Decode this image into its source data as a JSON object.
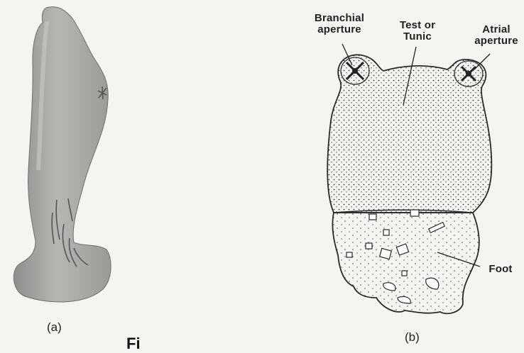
{
  "captions": {
    "a": "(a)",
    "b": "(b)"
  },
  "labels": {
    "branchial_aperture": [
      "Branchial",
      "aperture"
    ],
    "test_or_tunic": [
      "Test or",
      "Tunic"
    ],
    "atrial_aperture": [
      "Atrial",
      "aperture"
    ],
    "foot": "Foot"
  },
  "bottom_fragment": "Fi",
  "colors": {
    "background": "#f4f4f1",
    "specimen_fill": "#a8a8a6",
    "outline": "#2a2a2a",
    "stipple": "#3a3a3a"
  }
}
